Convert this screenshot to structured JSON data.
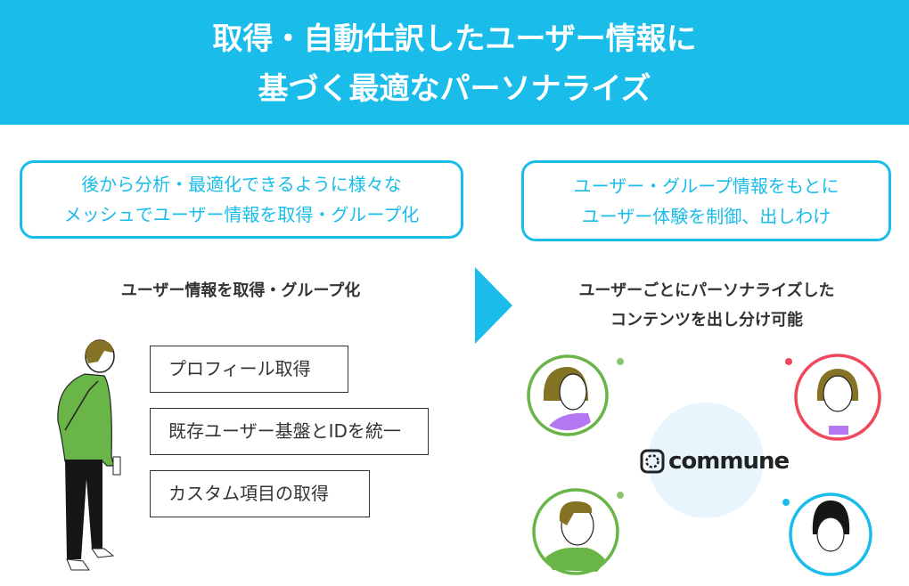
{
  "header": {
    "title_line1": "取得・自動仕訳したユーザー情報に",
    "title_line2": "基づく最適なパーソナライズ"
  },
  "left": {
    "callout_line1": "後から分析・最適化できるように様々な",
    "callout_line2": "メッシュでユーザー情報を取得・グループ化",
    "subtitle": "ユーザー情報を取得・グループ化",
    "items": [
      "プロフィール取得",
      "既存ユーザー基盤とIDを統一",
      "カスタム項目の取得"
    ]
  },
  "right": {
    "callout_line1": "ユーザー・グループ情報をもとに",
    "callout_line2": "ユーザー体験を制御、出しわけ",
    "subtitle_line1": "ユーザーごとにパーソナライズした",
    "subtitle_line2": "コンテンツを出し分け可能",
    "logo_text": "commune"
  },
  "colors": {
    "accent": "#1ABCEA",
    "green": "#6AB547",
    "red": "#F0475A",
    "center": "#E8F5FC"
  }
}
